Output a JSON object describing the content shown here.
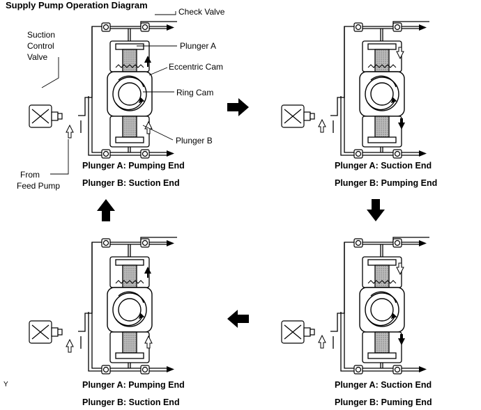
{
  "title": "Supply Pump Operation Diagram",
  "callouts": {
    "check_valve": "Check Valve",
    "suction_control_valve": [
      "Suction",
      "Control",
      "Valve"
    ],
    "plunger_a": "Plunger A",
    "eccentric_cam": "Eccentric Cam",
    "ring_cam": "Ring Cam",
    "plunger_b": "Plunger B",
    "from_feed_pump": [
      "From",
      "Feed Pump"
    ]
  },
  "panels": [
    {
      "id": "top-left",
      "line1": "Plunger A: Pumping End",
      "line2": "Plunger B: Suction End"
    },
    {
      "id": "top-right",
      "line1": "Plunger A: Suction End",
      "line2": "Plunger B: Pumping End"
    },
    {
      "id": "bottom-right",
      "line1": "Plunger A: Suction End",
      "line2": "Plunger B: Puming End"
    },
    {
      "id": "bottom-left",
      "line1": "Plunger A: Pumping End",
      "line2": "Plunger B: Suction End"
    }
  ],
  "corner_mark": "Y"
}
